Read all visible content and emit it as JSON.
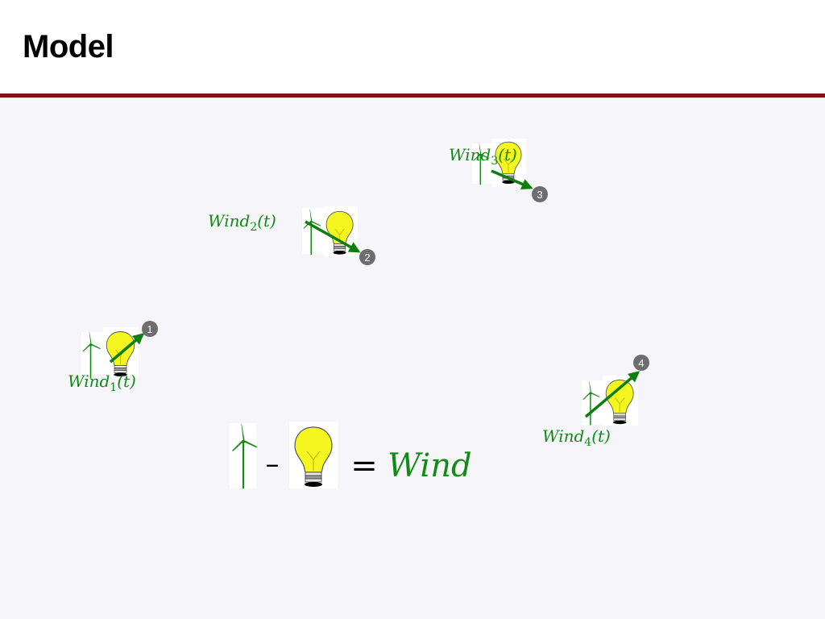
{
  "slide": {
    "title": "Model"
  },
  "colors": {
    "wind": "#138a13",
    "arrow": "#0e7f0e",
    "accent_rule": "#7f1212",
    "node_badge": "#6d6d6d",
    "bulb": "#f5f51f"
  },
  "nodes": [
    {
      "id": "1",
      "label_base": "Wind",
      "label_sub": "1",
      "label_arg": "(t)"
    },
    {
      "id": "2",
      "label_base": "Wind",
      "label_sub": "2",
      "label_arg": "(t)"
    },
    {
      "id": "3",
      "label_base": "Wind",
      "label_sub": "3",
      "label_arg": "(t)"
    },
    {
      "id": "4",
      "label_base": "Wind",
      "label_sub": "4",
      "label_arg": "(t)"
    }
  ],
  "legend": {
    "minus": "–",
    "equals": "=",
    "result": "Wind"
  }
}
